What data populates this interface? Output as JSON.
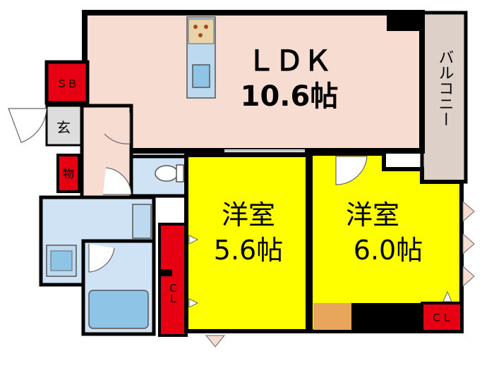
{
  "rooms": {
    "ldk": {
      "name": "ＬＤＫ",
      "size": "10.6帖"
    },
    "western_room_1": {
      "name": "洋室",
      "size": "5.6帖"
    },
    "western_room_2": {
      "name": "洋室",
      "size": "6.0帖"
    },
    "balcony": {
      "name": "バルコニー"
    },
    "shoe_box": {
      "name": "ＳＢ"
    },
    "entrance": {
      "name": "玄"
    },
    "storage": {
      "name": "物"
    },
    "closet_1": {
      "name": "ＣＬ"
    },
    "closet_2": {
      "name": "ＣＬ"
    }
  },
  "colors": {
    "ldk": "#f7dcd2",
    "western_room_1": "#ffff00",
    "western_room_2": "#ffff00",
    "storage_red": "#e60012",
    "wet_area": "#cfe3f5",
    "balcony": "#dcd0c8",
    "wall": "#000000",
    "floor_accent": "#e8a65a"
  }
}
